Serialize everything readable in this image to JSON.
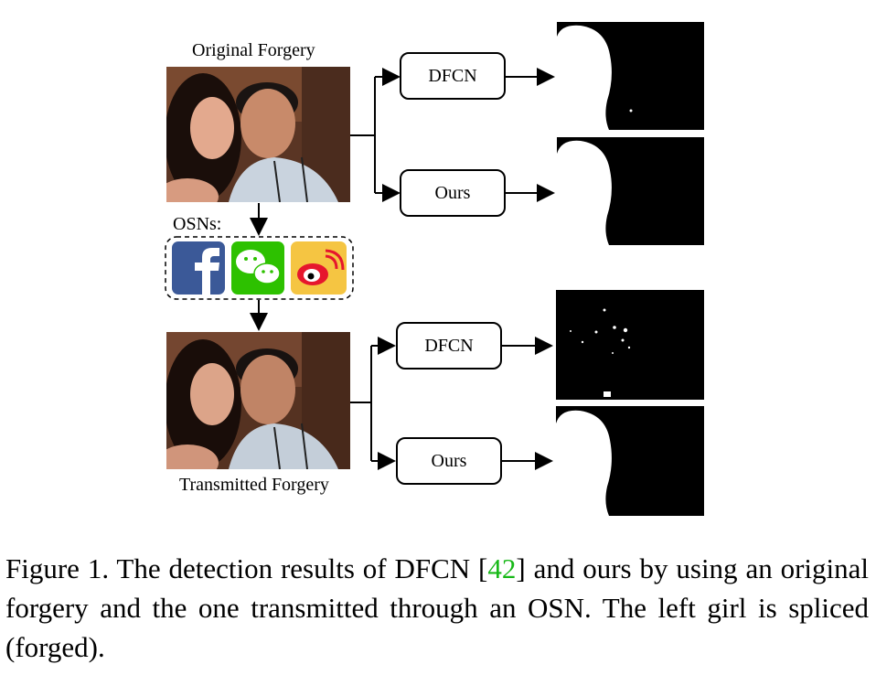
{
  "figure": {
    "label_top": "Original Forgery",
    "label_osns": "OSNs:",
    "label_bottom": "Transmitted Forgery",
    "upper_boxes": [
      "DFCN",
      "Ours"
    ],
    "lower_boxes": [
      "DFCN",
      "Ours"
    ],
    "osn_icons": [
      "facebook-icon",
      "wechat-icon",
      "weibo-icon"
    ],
    "colors": {
      "facebook": "#3b5998",
      "wechat": "#2dc100",
      "weibo": "#f5c542",
      "cite": "#17b817"
    }
  },
  "caption": {
    "prefix": "Figure 1.  The detection results of DFCN [",
    "cite": "42",
    "suffix": "] and ours by using an original forgery and the one transmitted through an OSN. The left girl is spliced (forged)."
  }
}
